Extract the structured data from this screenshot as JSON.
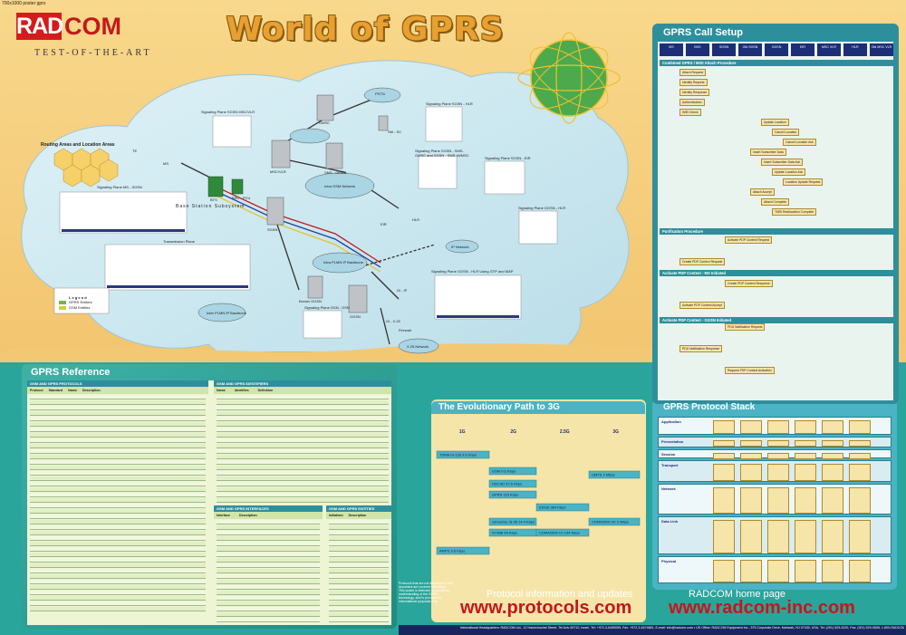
{
  "top_note": "700x1000 poster gprs",
  "brand": {
    "logo_left": "RAD",
    "logo_right": "COM",
    "tagline": "TEST-OF-THE-ART"
  },
  "title": "World of GPRS",
  "network": {
    "labels": {
      "routing": "Routing Areas and Location Areas",
      "bss": "Base Station Subsystem",
      "pstn": "PSTN",
      "gmsc": "GMSC",
      "msc_vlr": "MSC/VLR",
      "smsgmsc": "SMS - GMSC",
      "intra_gsm": "Intra GSM Network",
      "intra_plmn": "Intra PLMN IP Backbone",
      "inter_plmn": "Inter PLMN IP Backbone",
      "border_gsn": "Border GGSN",
      "ggsn": "GGSN",
      "sgsn": "SGSN",
      "firewall": "Firewall",
      "ip_network": "IP Network",
      "x25": "X.25 Network",
      "ms": "MS",
      "te": "TE",
      "bts": "BTS",
      "bsc": "BSC",
      "pcu": "PCU",
      "hlr": "HLR",
      "eir": "EIR",
      "sc": "SM - SC",
      "gi_ip": "Gi - IP",
      "gi_x25": "Gi - X.25",
      "transmission": "Transmission Plane",
      "legend": "L e g e n d",
      "gprs_entities": "GPRS Entities",
      "gsm_entities": "GSM Entities",
      "sp_ms_sgsn": "Signaling Plane MS - SGSN",
      "sp_sgsn_msc": "Signaling Plane SGSN MSC/VLR",
      "sp_sgsn_hlr": "Signaling Plane SGSN - HLR",
      "sp_sgsn_eir": "Signaling Plane SGSN - EIR",
      "sp_sgsn_smsgmsc": "Signaling Plane SGSN - SMS-GMSC and SGSN - SMS-IWMSC",
      "sp_ggsn_hlr": "Signaling Plane GGSN - HLR",
      "sp_ggsn_hlr_gtp": "Signaling Plane GGSN - HLR Using GTP and MAP",
      "sp_gsn_gsn": "Signaling Plane GSN - GSN"
    }
  },
  "call_setup": {
    "title": "GPRS Call Setup",
    "entities": [
      "MS",
      "BSS",
      "SGSN",
      "Old SGSN",
      "GGSN",
      "EIR",
      "MSC VLR",
      "HLR",
      "Old MSC VLR"
    ],
    "sections": [
      "Combined GPRS / IMSI Attach Procedure",
      "Purification Procedure",
      "Activate PDP Context - MS Initiated",
      "Activate PDP Context - GGSN Initiated"
    ],
    "messages": [
      "Attach Request",
      "Identity Request",
      "Identity Response",
      "Authentication",
      "IMEI Check",
      "Update Location",
      "Cancel Location",
      "Cancel Location Ack",
      "Insert Subscriber Data",
      "Insert Subscriber Data Ack",
      "Update Location Ack",
      "Location Update Request",
      "Attach Accept",
      "Attach Complete",
      "TMSI Reallocation Complete",
      "Activate PDP Context Request",
      "Create PDP Context Request",
      "Create PDP Context Response",
      "Activate PDP Context Accept",
      "PDU Notification Request",
      "PDU Notification Response",
      "Request PDP Context Activation"
    ]
  },
  "reference": {
    "title": "GPRS Reference",
    "protocols_title": "GSM AND GPRS PROTOCOLS",
    "identifiers_title": "GSM AND GPRS IDENTIFIERS",
    "interfaces_title": "GSM AND GPRS INTERFACES",
    "entities_title": "GSM AND GPRS ENTITIES",
    "protocols_cols": [
      "Protocol",
      "Standard",
      "Name",
      "Description"
    ],
    "identifiers_cols": [
      "Name",
      "Identifies",
      "Definition"
    ],
    "interfaces_cols": [
      "Interface",
      "Description"
    ],
    "entities_cols": [
      "Initialism",
      "Description"
    ]
  },
  "evolution": {
    "title": "The Evolutionary Path to 3G",
    "phases": [
      "1G",
      "2G",
      "2.5G",
      "3G"
    ],
    "items": [
      "TDMA IS-136 9.6 Kbps",
      "GSM 9.6 Kbps",
      "HSCSD 57.6 Kbps",
      "GPRS 115 Kbps",
      "EDGE 384 Kbps",
      "cdmaOne IS-95 14.4 Kbps",
      "IS-95B 64 Kbps",
      "CDMA2000 1X 144 Kbps",
      "UMTS 2 Mbps",
      "CDMA2000 3X 2 Mbps",
      "AMPS 9.6 Kbps"
    ]
  },
  "protocol_stack": {
    "title": "GPRS Protocol Stack",
    "layers": [
      "Application",
      "Presentation",
      "Session",
      "Transport",
      "Network",
      "Data Link",
      "Physical"
    ]
  },
  "footer": {
    "protocols_caption": "Protocol information and updates",
    "protocols_url": "www.protocols.com",
    "radcom_caption": "RADCOM home page",
    "radcom_url": "www.radcom-inc.com",
    "address": "International Headquarters: RADCOM Ltd., 12 Hanechoshet Street, Tel Aviv 69710, Israel, Tel: +972-3-6455055, Fax: +972-3-6474681, E-mail: info@radcom.com • US Office: RADCOM Equipment Inc., 575 Corporate Drive, Mahwah, NJ 07430, USA, Tel: (201) 529-2020, Fax: (201) 529-0808, 1-800-RADCOM-4",
    "side_note": "Protocols that are not discussed in this document are covered elsewhere. This poster is intended to provide an understanding of the GPRS technology, and is provided for informational purposes only."
  },
  "colors": {
    "navy": "#1d2e78",
    "teal": "#2aa59b",
    "cream": "#f6e5a9",
    "red": "#c4161c",
    "orange": "#e8a030"
  }
}
